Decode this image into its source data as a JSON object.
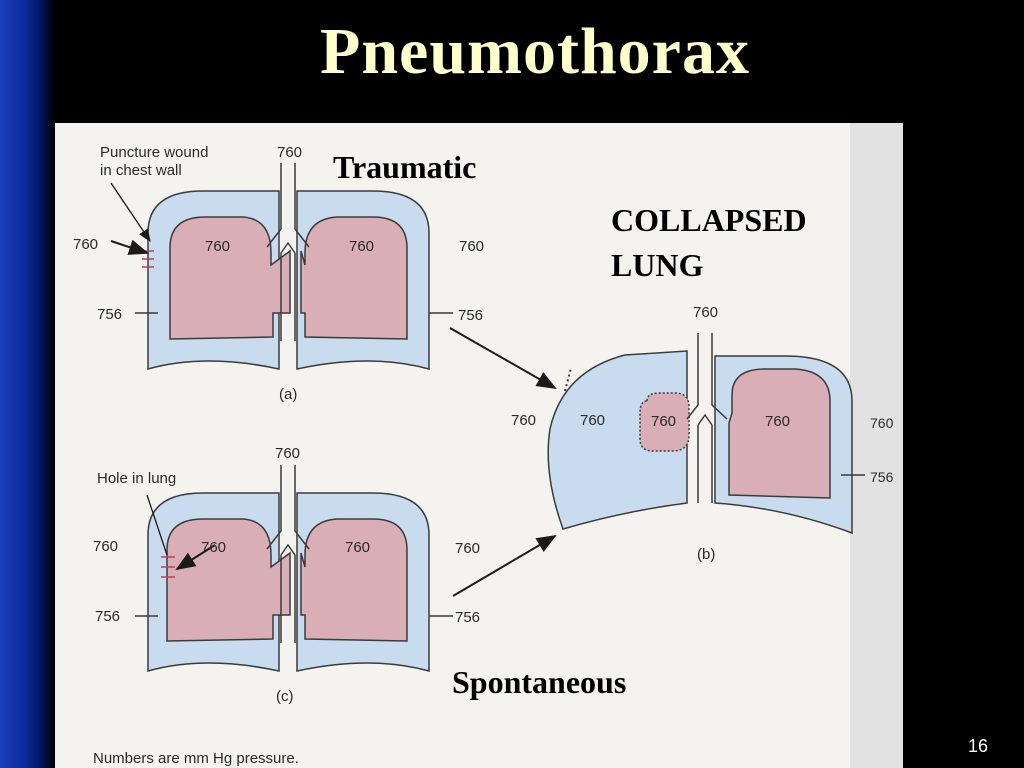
{
  "slide": {
    "title": "Pneumothorax",
    "number": "16"
  },
  "colors": {
    "pleura": "#c9dcef",
    "lung": "#d9aeb6",
    "outline": "#3b3b3b",
    "title": "#ffffcc"
  },
  "figure": {
    "traumatic_label": "Traumatic",
    "collapsed_label_line1": "COLLAPSED",
    "collapsed_label_line2": "LUNG",
    "spontaneous_label": "Spontaneous",
    "footnote": "Numbers are mm Hg pressure.",
    "panel_a": {
      "caption": "(a)",
      "annotation_line1": "Puncture wound",
      "annotation_line2": "in chest wall",
      "trachea_pressure": "760",
      "left_outer": "760",
      "left_lung": "760",
      "right_lung": "760",
      "right_outer": "760",
      "left_pleural": "756",
      "right_pleural": "756"
    },
    "panel_b": {
      "caption": "(b)",
      "trachea_pressure": "760",
      "left_outer": "760",
      "left_cavity": "760",
      "collapsed_lung": "760",
      "right_lung": "760",
      "right_outer": "760",
      "right_pleural": "756"
    },
    "panel_c": {
      "caption": "(c)",
      "annotation": "Hole in lung",
      "trachea_pressure": "760",
      "left_outer": "760",
      "left_lung": "760",
      "right_lung": "760",
      "right_outer": "760",
      "left_pleural": "756",
      "right_pleural": "756"
    }
  }
}
